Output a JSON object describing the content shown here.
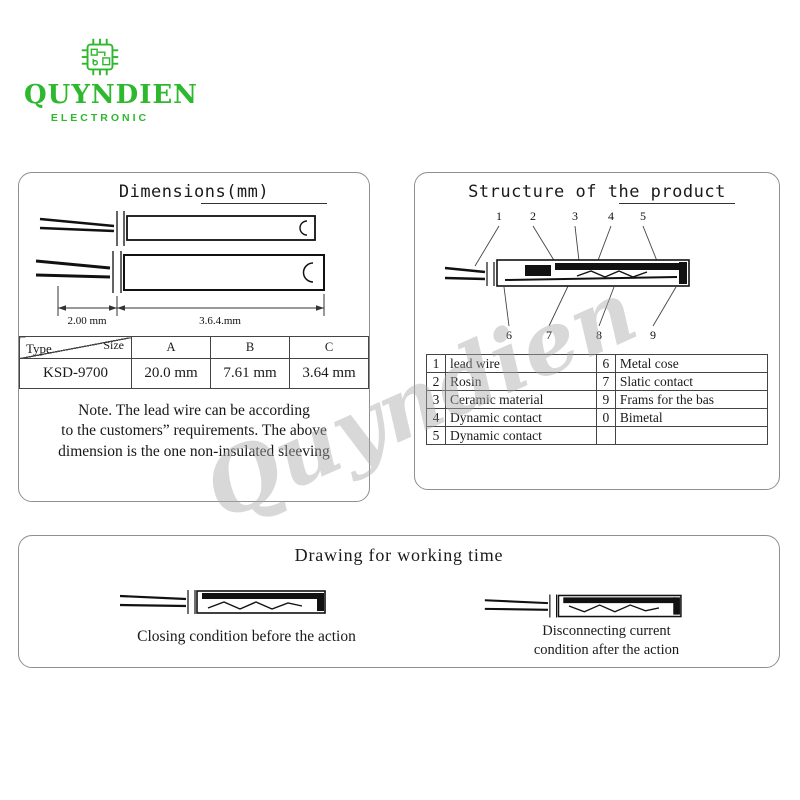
{
  "logo": {
    "name": "QUYNDIEN",
    "subtitle": "ELECTRONIC",
    "color": "#2eb82e"
  },
  "watermark": "Quyndien",
  "dimensions_panel": {
    "title": "Dimensions(mm)",
    "dim_wire_length": "2.00 mm",
    "dim_body_length": "3.6.4.mm",
    "table": {
      "corner_top_right": "Size",
      "corner_bottom_left": "Type",
      "col_headers": [
        "A",
        "B",
        "C"
      ],
      "rows": [
        [
          "KSD-9700",
          "20.0 mm",
          "7.61 mm",
          "3.64 mm"
        ]
      ]
    },
    "note_lines": [
      "Note. The lead wire can be according",
      "to the customers” requirements. The above",
      "dimension is the one non-insulated sleeving"
    ]
  },
  "structure_panel": {
    "title": "Structure of the product",
    "callouts_top": [
      "1",
      "2",
      "3",
      "4",
      "5"
    ],
    "callouts_bottom": [
      "6",
      "7",
      "8",
      "9"
    ],
    "parts_table": {
      "rows": [
        {
          "n1": "1",
          "l1": "lead wire",
          "n2": "6",
          "l2": "Metal cose"
        },
        {
          "n1": "2",
          "l1": "Rosin",
          "n2": "7",
          "l2": "Slatic contact"
        },
        {
          "n1": "3",
          "l1": "Ceramic material",
          "n2": "9",
          "l2": "Frams for the bas"
        },
        {
          "n1": "4",
          "l1": "Dynamic contact",
          "n2": "0",
          "l2": "Bimetal"
        },
        {
          "n1": "5",
          "l1": "Dynamic contact",
          "n2": "",
          "l2": ""
        }
      ]
    }
  },
  "working_panel": {
    "title": "Drawing for working time",
    "caption_left": "Closing condition before the action",
    "caption_right_lines": [
      "Disconnecting current",
      "condition after the action"
    ]
  }
}
